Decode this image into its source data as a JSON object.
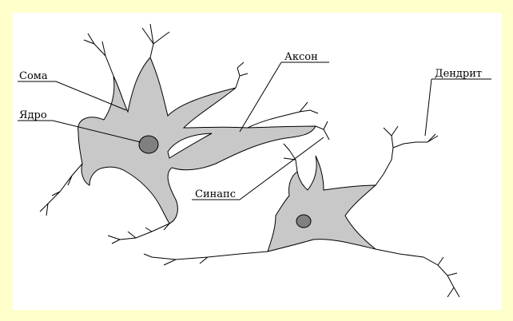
{
  "diagram": {
    "labels": {
      "soma": "Сома",
      "nucleus": "Ядро",
      "axon": "Аксон",
      "dendrite": "Дендрит",
      "synapse": "Синапс"
    },
    "colors": {
      "background": "#ffffcc",
      "cell_fill": "#c8c8c8",
      "nucleus_fill": "#808080",
      "line": "#000000"
    }
  }
}
